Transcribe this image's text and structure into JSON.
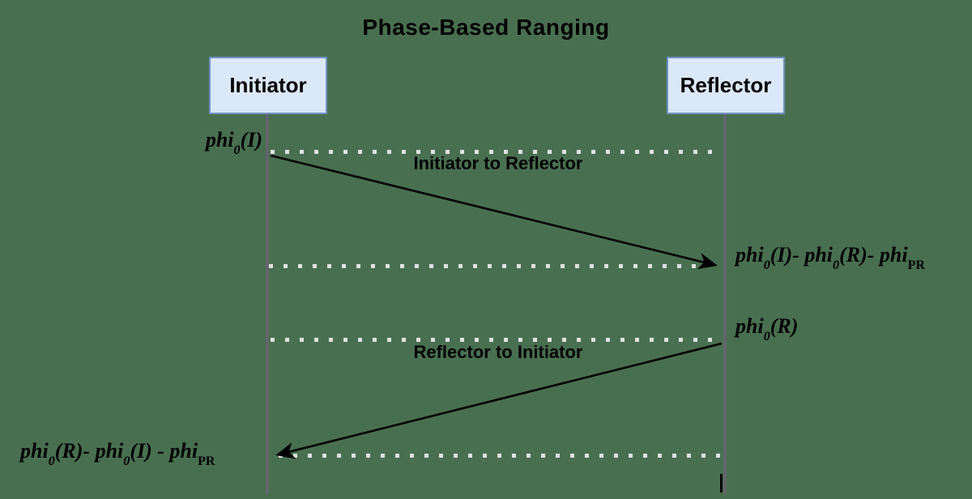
{
  "title": "Phase-Based Ranging",
  "actors": [
    {
      "id": "initiator",
      "label": "Initiator"
    },
    {
      "id": "reflector",
      "label": "Reflector"
    }
  ],
  "messages": [
    {
      "label": "Initiator to Reflector",
      "from": "Initiator",
      "to": "Reflector"
    },
    {
      "label": "Reflector to Initiator",
      "from": "Reflector",
      "to": "Initiator"
    }
  ],
  "annotations": {
    "initiator_start_phase": {
      "plain": "phi0(I)",
      "parts": [
        {
          "t": "phi"
        },
        {
          "sub": "0"
        },
        {
          "t": "(I)"
        }
      ]
    },
    "reflector_measured_phase": {
      "plain": "phi0(I)- phi0(R)- phiPR",
      "parts": [
        {
          "t": "phi"
        },
        {
          "sub": "0"
        },
        {
          "t": "(I)- phi"
        },
        {
          "sub": "0"
        },
        {
          "t": "(R)- phi"
        },
        {
          "sub": "PR",
          "up": true
        }
      ]
    },
    "reflector_start_phase": {
      "plain": "phi0(R)",
      "parts": [
        {
          "t": "phi"
        },
        {
          "sub": "0"
        },
        {
          "t": "(R)"
        }
      ]
    },
    "initiator_measured_phase": {
      "plain": "phi0(R)- phi0(I) - phiPR",
      "parts": [
        {
          "t": "phi"
        },
        {
          "sub": "0"
        },
        {
          "t": "(R)- phi"
        },
        {
          "sub": "0"
        },
        {
          "t": "(I) - phi"
        },
        {
          "sub": "PR",
          "up": true
        }
      ]
    }
  },
  "colors": {
    "background": "#487050",
    "actor-fill": "#dbe8fa",
    "actor-border": "#7191c1",
    "lifeline": "#64646c",
    "dots": "#dfe2df",
    "arrow": "#000000",
    "text": "#000000"
  }
}
